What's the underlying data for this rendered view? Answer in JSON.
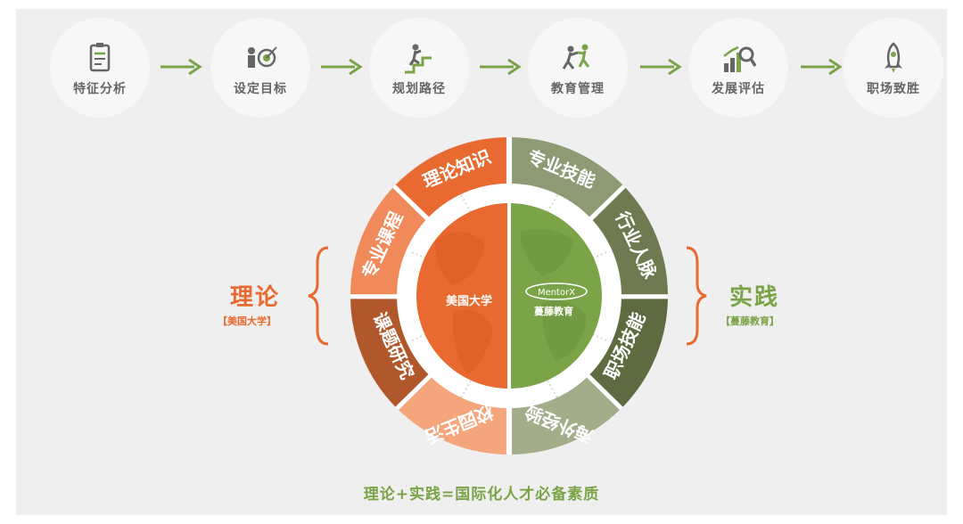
{
  "steps": [
    {
      "label": "特征分析",
      "icon": "clipboard-icon"
    },
    {
      "label": "设定目标",
      "icon": "target-icon"
    },
    {
      "label": "规划路径",
      "icon": "climbing-stairs-icon"
    },
    {
      "label": "教育管理",
      "icon": "teamwork-icon"
    },
    {
      "label": "发展评估",
      "icon": "growth-magnifier-icon"
    },
    {
      "label": "职场致胜",
      "icon": "rocket-icon"
    }
  ],
  "wheel": {
    "left_center": "美国大学",
    "right_logo": "MentorX",
    "right_center": "蔓藤教育",
    "left_segments": [
      "理论知识",
      "专业课程",
      "课题研究",
      "校园生活"
    ],
    "right_segments": [
      "专业技能",
      "行业人脉",
      "职场技能",
      "海外经验"
    ]
  },
  "left_side": {
    "title": "理论",
    "subtitle": "【美国大学】"
  },
  "right_side": {
    "title": "实践",
    "subtitle": "【蔓藤教育】"
  },
  "footer": "理论+实践=国际化人才必备素质",
  "colors": {
    "orange": "#e86a30",
    "orange_light": "#f08a5a",
    "brown": "#a0532c",
    "green": "#7aa447",
    "olive": "#6f7a50",
    "sage": "#8e9a74"
  }
}
